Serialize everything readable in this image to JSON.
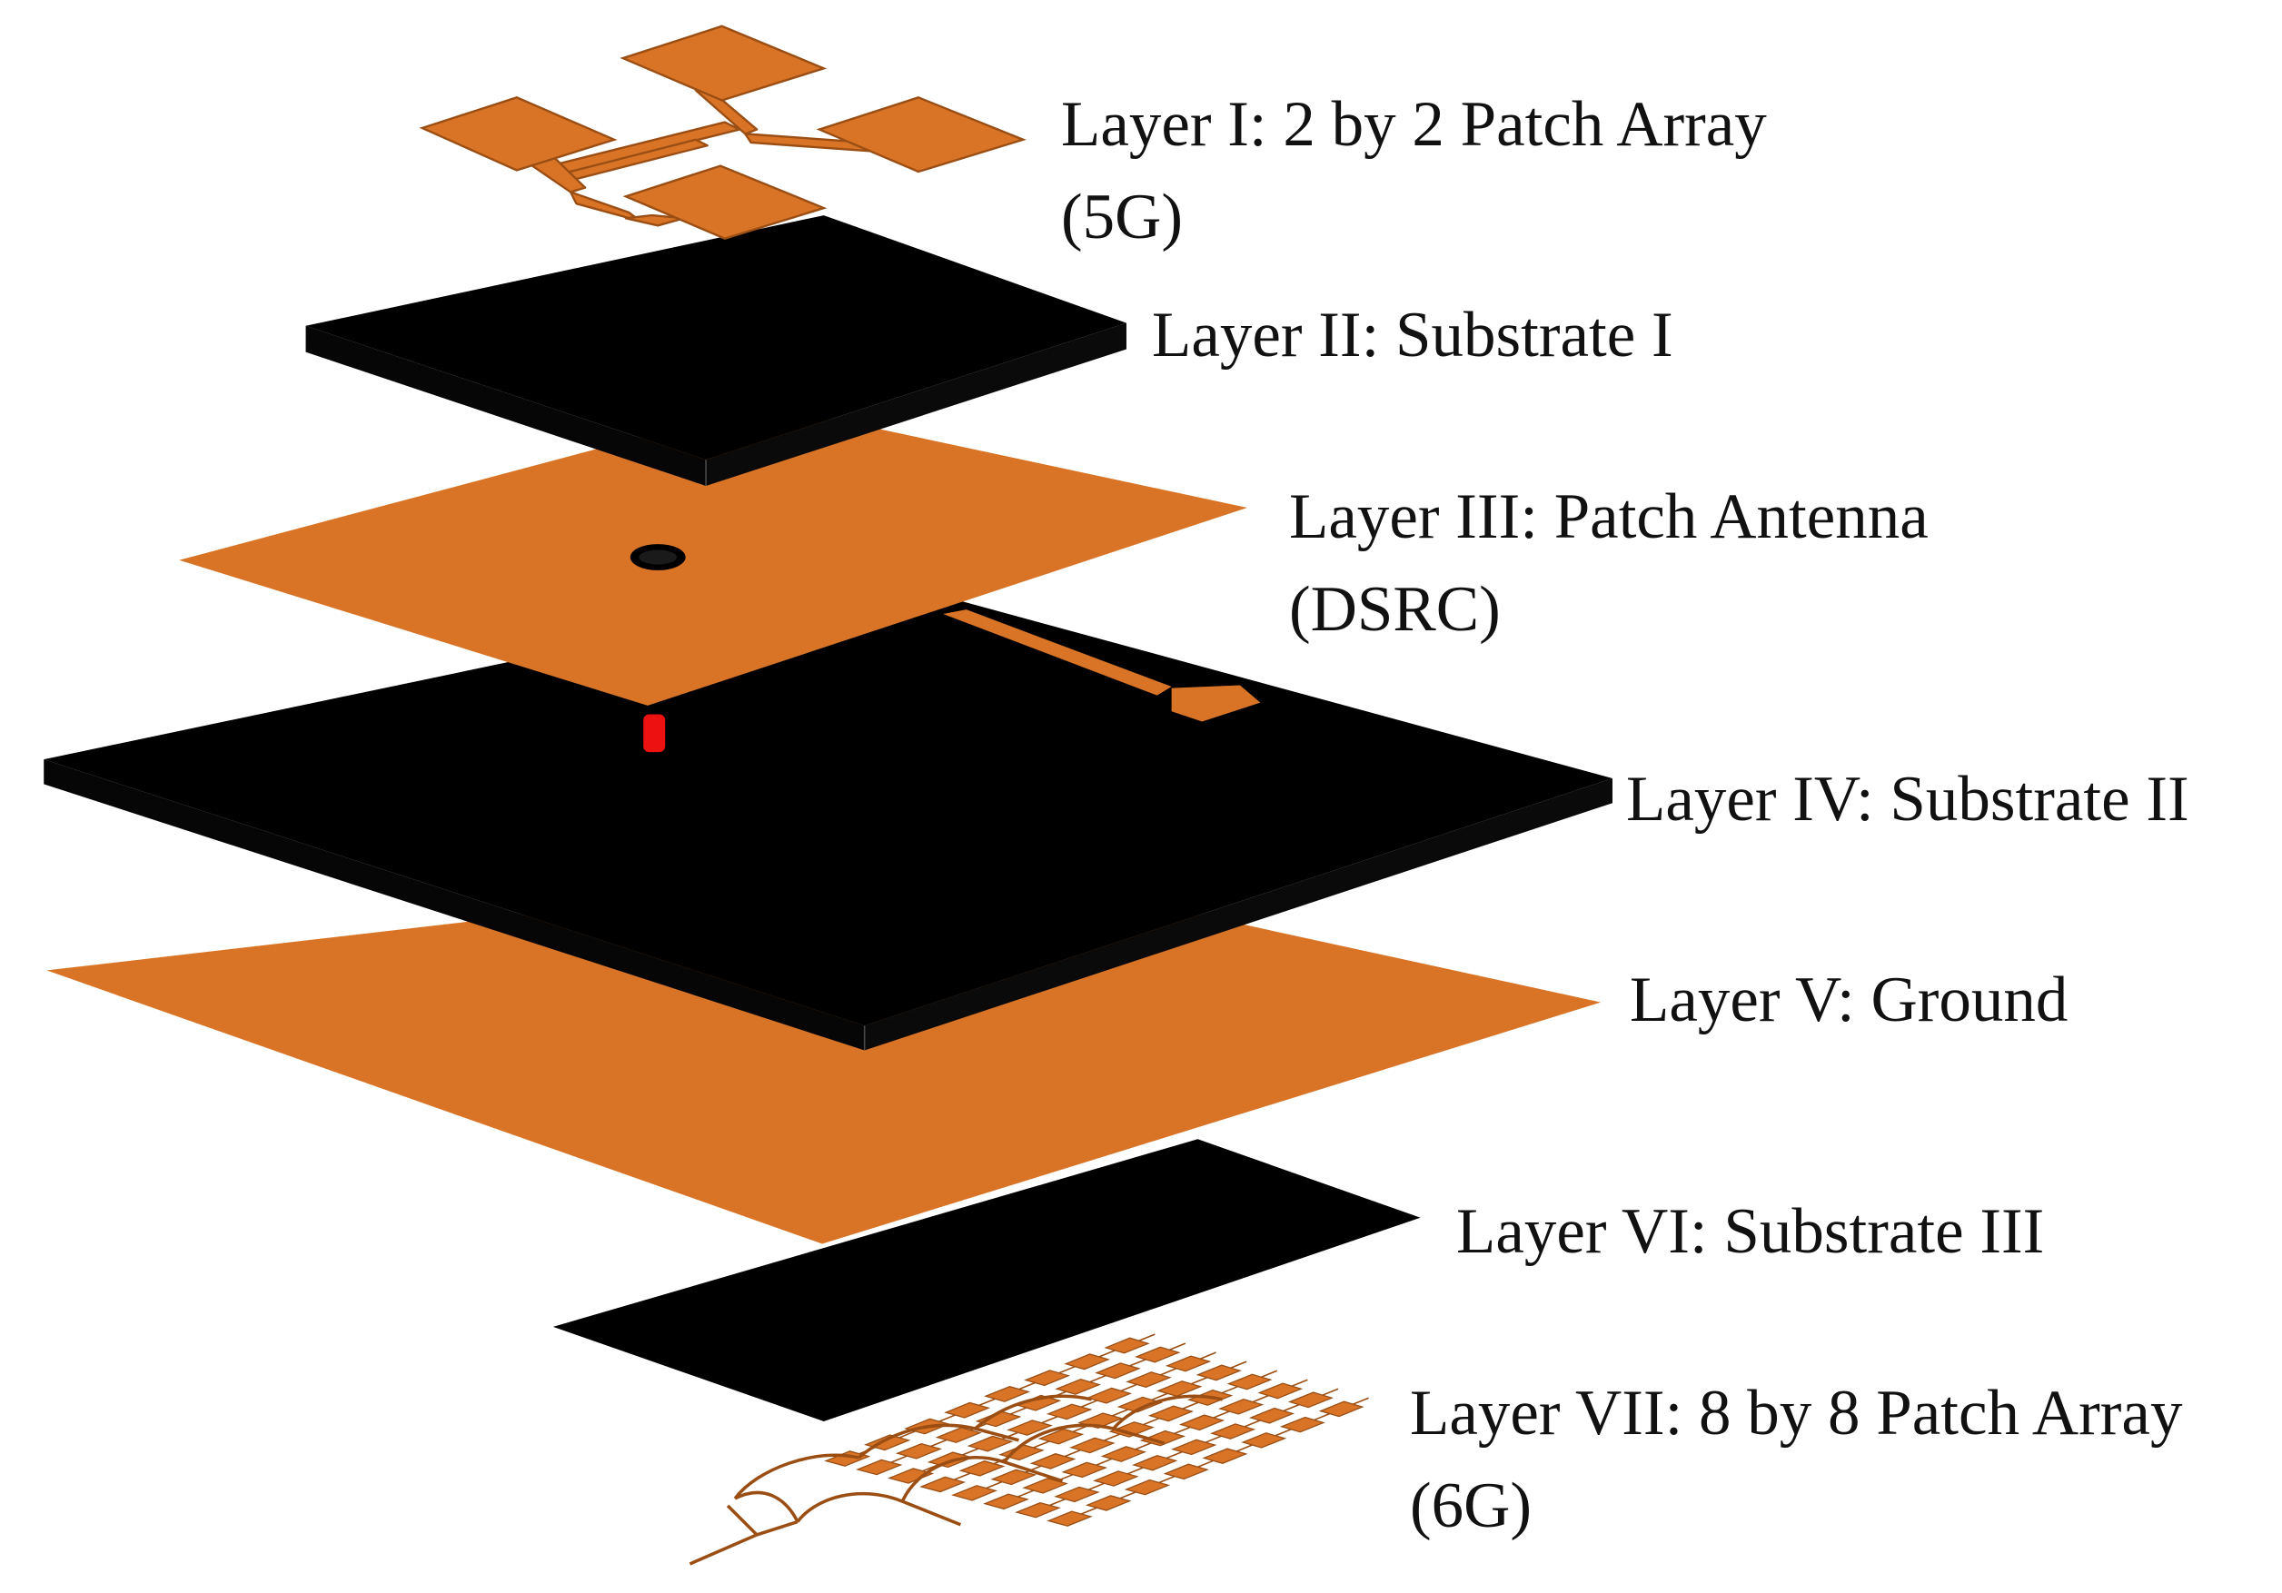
{
  "colors": {
    "copper": "#d97426",
    "trace": "#c9661f",
    "substrate": "#000000",
    "via": "#ee1111",
    "background": "#ffffff"
  },
  "layers": [
    {
      "lines": [
        "Layer I: 2 by 2 Patch Array",
        "(5G)"
      ],
      "material": "copper-patch-array-2x2"
    },
    {
      "lines": [
        "Layer II: Substrate I"
      ],
      "material": "substrate"
    },
    {
      "lines": [
        "Layer III: Patch Antenna",
        "(DSRC)"
      ],
      "material": "copper-patch"
    },
    {
      "lines": [
        "Layer IV: Substrate II"
      ],
      "material": "substrate"
    },
    {
      "lines": [
        "Layer V: Ground"
      ],
      "material": "copper-ground"
    },
    {
      "lines": [
        "Layer VI: Substrate III"
      ],
      "material": "substrate"
    },
    {
      "lines": [
        "Layer VII: 8 by 8 Patch Array",
        "(6G)"
      ],
      "material": "copper-patch-array-8x8"
    }
  ]
}
